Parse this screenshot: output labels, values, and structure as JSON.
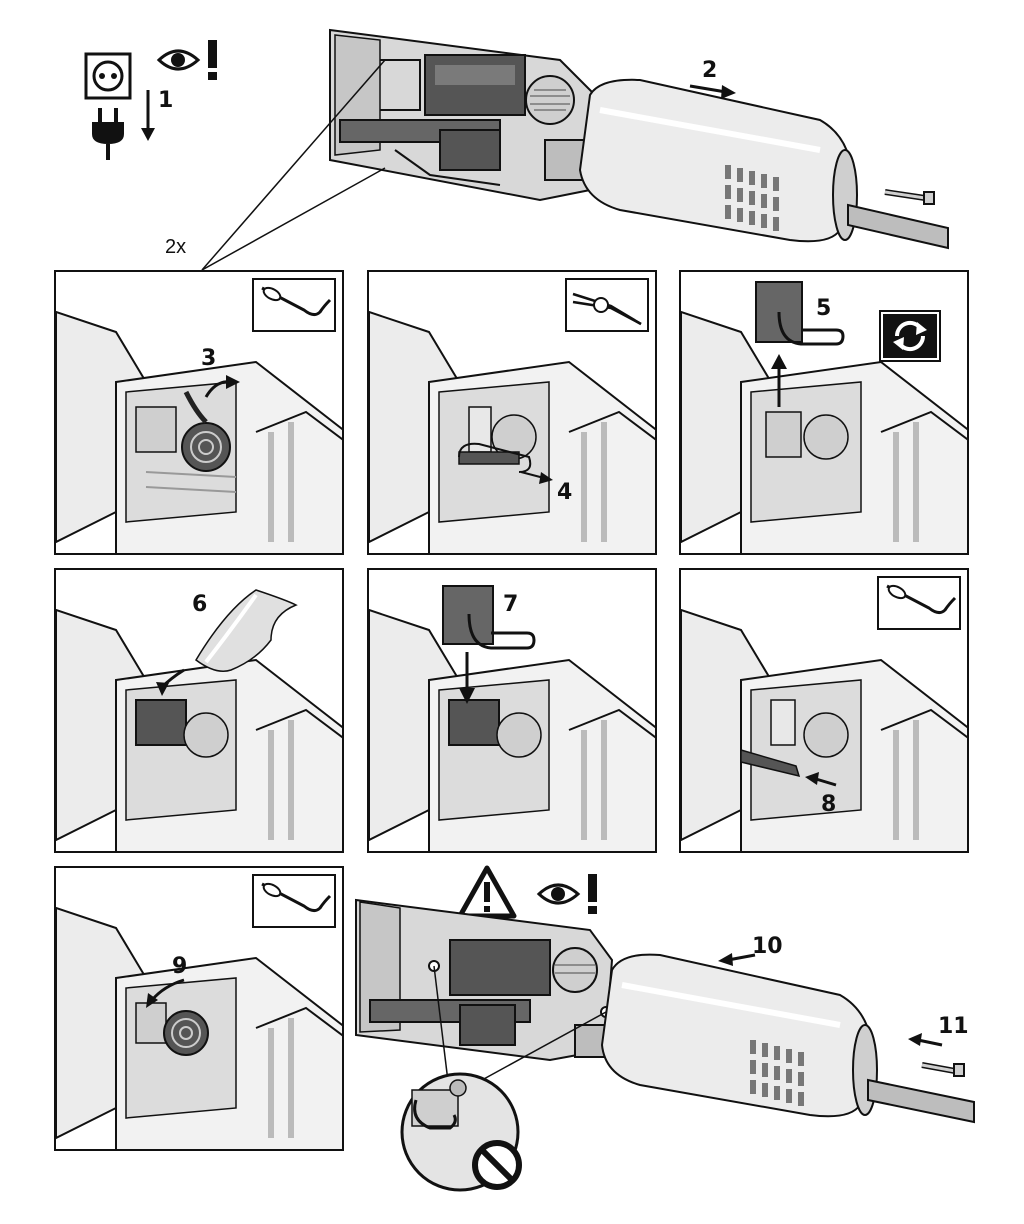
{
  "steps": {
    "s1": "1",
    "s2": "2",
    "count": "2x",
    "s3": "3",
    "s4": "4",
    "s5": "5",
    "s6": "6",
    "s7": "7",
    "s8": "8",
    "s9": "9",
    "s10": "10",
    "s11": "11"
  },
  "icons": {
    "unplug": "plug-and-socket-icon",
    "inspect": "eye-exclamation-icon",
    "warning": "warning-triangle-icon",
    "replace": "replace-cycle-icon",
    "no": "prohibition-icon",
    "hook_tool": "hook-tool-icon",
    "pliers_tool": "pliers-tool-icon"
  },
  "colors": {
    "line": "#111111",
    "body_light": "#e6e6e6",
    "body_mid": "#bdbdbd",
    "body_dark": "#555555"
  }
}
